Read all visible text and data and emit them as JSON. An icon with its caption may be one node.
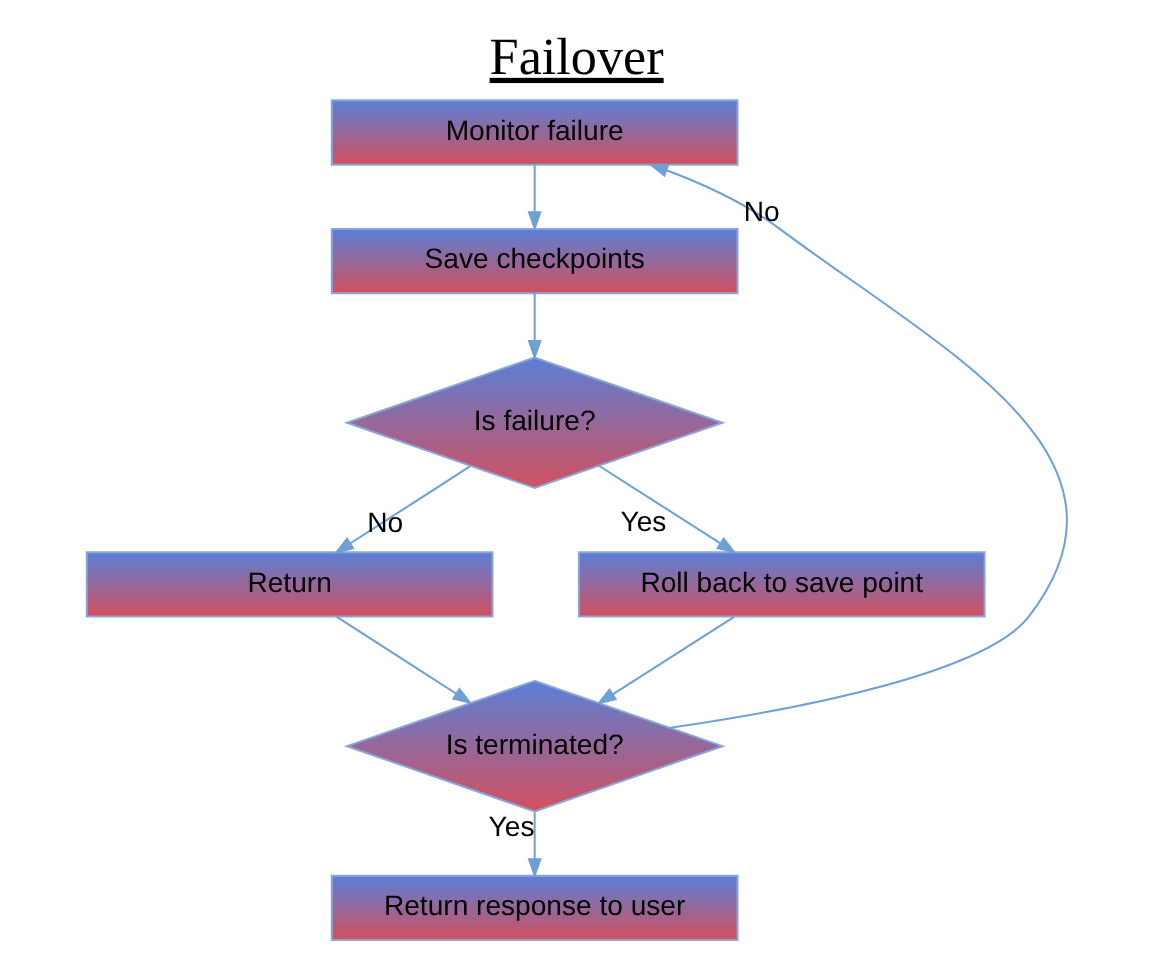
{
  "diagram": {
    "title": "Failover",
    "nodes": [
      {
        "text": [
          "Monitor failure"
        ]
      },
      {
        "text": [
          "Save checkpoints"
        ]
      },
      {
        "text": [
          "Is failure?"
        ]
      },
      {
        "text": [
          "Return"
        ]
      },
      {
        "text": [
          "Roll back to save point"
        ]
      },
      {
        "text": [
          "Is terminated?"
        ]
      },
      {
        "text": [
          "Return response to user"
        ]
      }
    ],
    "edges": [
      {
        "from": 0,
        "to": 1,
        "arrow": "to"
      },
      {
        "from": 1,
        "to": 2,
        "arrow": "to"
      },
      {
        "from": 2,
        "to": 3,
        "arrow": "to",
        "label": "No"
      },
      {
        "from": 2,
        "to": 4,
        "arrow": "to",
        "label": "Yes"
      },
      {
        "from": 3,
        "to": 5,
        "arrow": "to"
      },
      {
        "from": 4,
        "to": 5,
        "arrow": "to"
      },
      {
        "from": 5,
        "to": 0,
        "arrow": "to",
        "label": "No"
      },
      {
        "from": 5,
        "to": 6,
        "arrow": "to",
        "label": "Yes"
      }
    ]
  }
}
